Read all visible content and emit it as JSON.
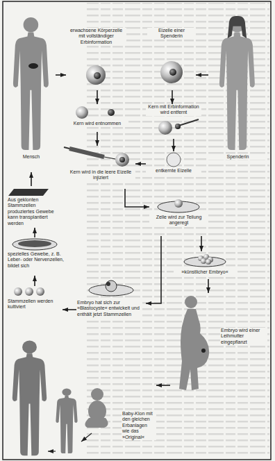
{
  "diagram": {
    "nodes": [
      {
        "text": [
          "Mensch"
        ]
      },
      {
        "text": [
          "erwachsene Körperzelle mit vollständiger Erbinformation"
        ]
      },
      {
        "text": [
          "Eizelle einer Spenderin"
        ]
      },
      {
        "text": [
          "Spenderin"
        ]
      },
      {
        "text": [
          "Kern wird entnommen"
        ]
      },
      {
        "text": [
          "Kern mit Erbinformation wird entfernt"
        ]
      },
      {
        "text": [
          "entkernte Eizelle"
        ]
      },
      {
        "text": [
          "Aus geklonten Stammzellen produziertes Gewebe kann transplantiert werden"
        ]
      },
      {
        "text": [
          "Kern wird in die leere Eizelle injiziert"
        ]
      },
      {
        "text": [
          "spezielles Gewebe, z. B. Leber- oder Nervenzellen, bildet sich"
        ]
      },
      {
        "text": [
          "Zelle wird zur Teilung angeregt"
        ]
      },
      {
        "text": [
          "Stammzellen werden kultiviert"
        ]
      },
      {
        "text": [
          "»künstlicher Embryo«"
        ]
      },
      {
        "text": [
          "Embryo hat sich zur »Blastocyste« entwickelt und enthält jetzt Stammzellen"
        ]
      },
      {
        "text": [
          "Embryo wird einer Leihmutter eingepflanzt"
        ]
      },
      {
        "text": [
          "Baby-Klon mit den gleichen Erbanlagen wie das »Original«"
        ]
      }
    ],
    "edges": [
      {
        "from": 0,
        "to": 1,
        "arrow": "to"
      },
      {
        "from": 3,
        "to": 2,
        "arrow": "to"
      },
      {
        "from": 1,
        "to": 4,
        "arrow": "to"
      },
      {
        "from": 2,
        "to": 5,
        "arrow": "to"
      },
      {
        "from": 5,
        "to": 6,
        "arrow": "to"
      },
      {
        "from": 4,
        "to": 8,
        "arrow": "to"
      },
      {
        "from": 6,
        "to": 8,
        "arrow": "to"
      },
      {
        "from": 8,
        "to": 10,
        "arrow": "to"
      },
      {
        "from": 10,
        "to": 12,
        "arrow": "to"
      },
      {
        "from": 12,
        "to": 14,
        "arrow": "to"
      },
      {
        "from": 14,
        "to": 15,
        "arrow": "to"
      },
      {
        "from": 10,
        "to": 13,
        "arrow": "to"
      },
      {
        "from": 13,
        "to": 11,
        "arrow": "to"
      },
      {
        "from": 11,
        "to": 9,
        "arrow": "to"
      },
      {
        "from": 9,
        "to": 7,
        "arrow": "to"
      },
      {
        "from": 7,
        "to": 0,
        "arrow": "to"
      }
    ]
  }
}
